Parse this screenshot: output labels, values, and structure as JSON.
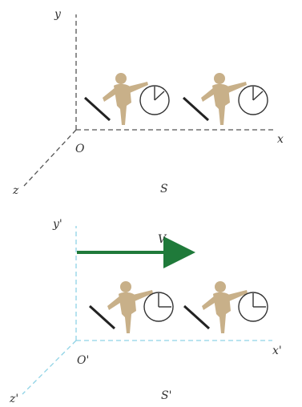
{
  "frames": [
    {
      "axis_labels": {
        "y": "y",
        "x": "x",
        "z": "z",
        "origin": "O"
      },
      "frame_label": "S",
      "axis_color": "#555555",
      "clock_hands": "hour-at-2, minute-at-12"
    },
    {
      "axis_labels": {
        "y": "y'",
        "x": "x'",
        "z": "z'",
        "origin": "O'"
      },
      "frame_label": "S'",
      "axis_color": "#8fd3e6",
      "velocity_label": "V",
      "velocity_color": "#1f7a3a",
      "clock_hands": "hour-at-3, minute-at-12"
    }
  ],
  "figure_color": "#c8b089"
}
